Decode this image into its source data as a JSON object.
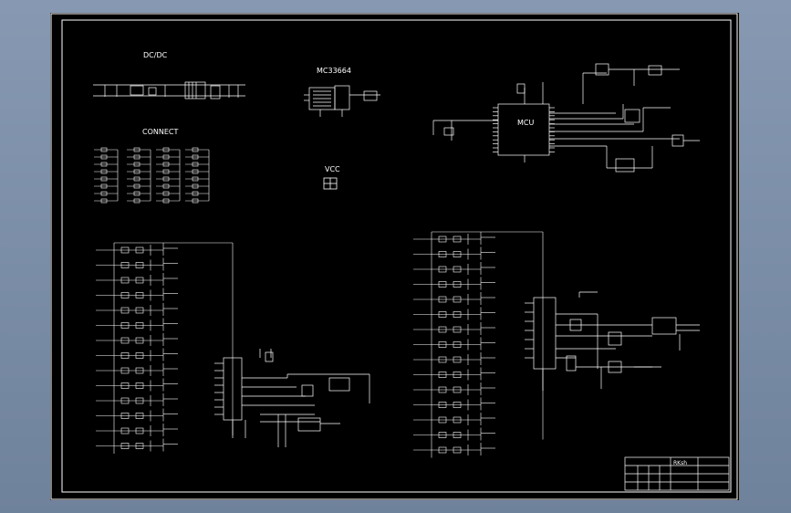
{
  "colors": {
    "background": "#7d8fa8",
    "sheet": "#000000",
    "lines": "#ffffff"
  },
  "labels": {
    "dcdc": "DC/DC",
    "mc": "MC33664",
    "connect": "CONNECT",
    "vcc": "VCC",
    "mcu": "MCU"
  },
  "titleblock": {
    "name": "RKsh",
    "cell2": "",
    "cell3": ""
  }
}
